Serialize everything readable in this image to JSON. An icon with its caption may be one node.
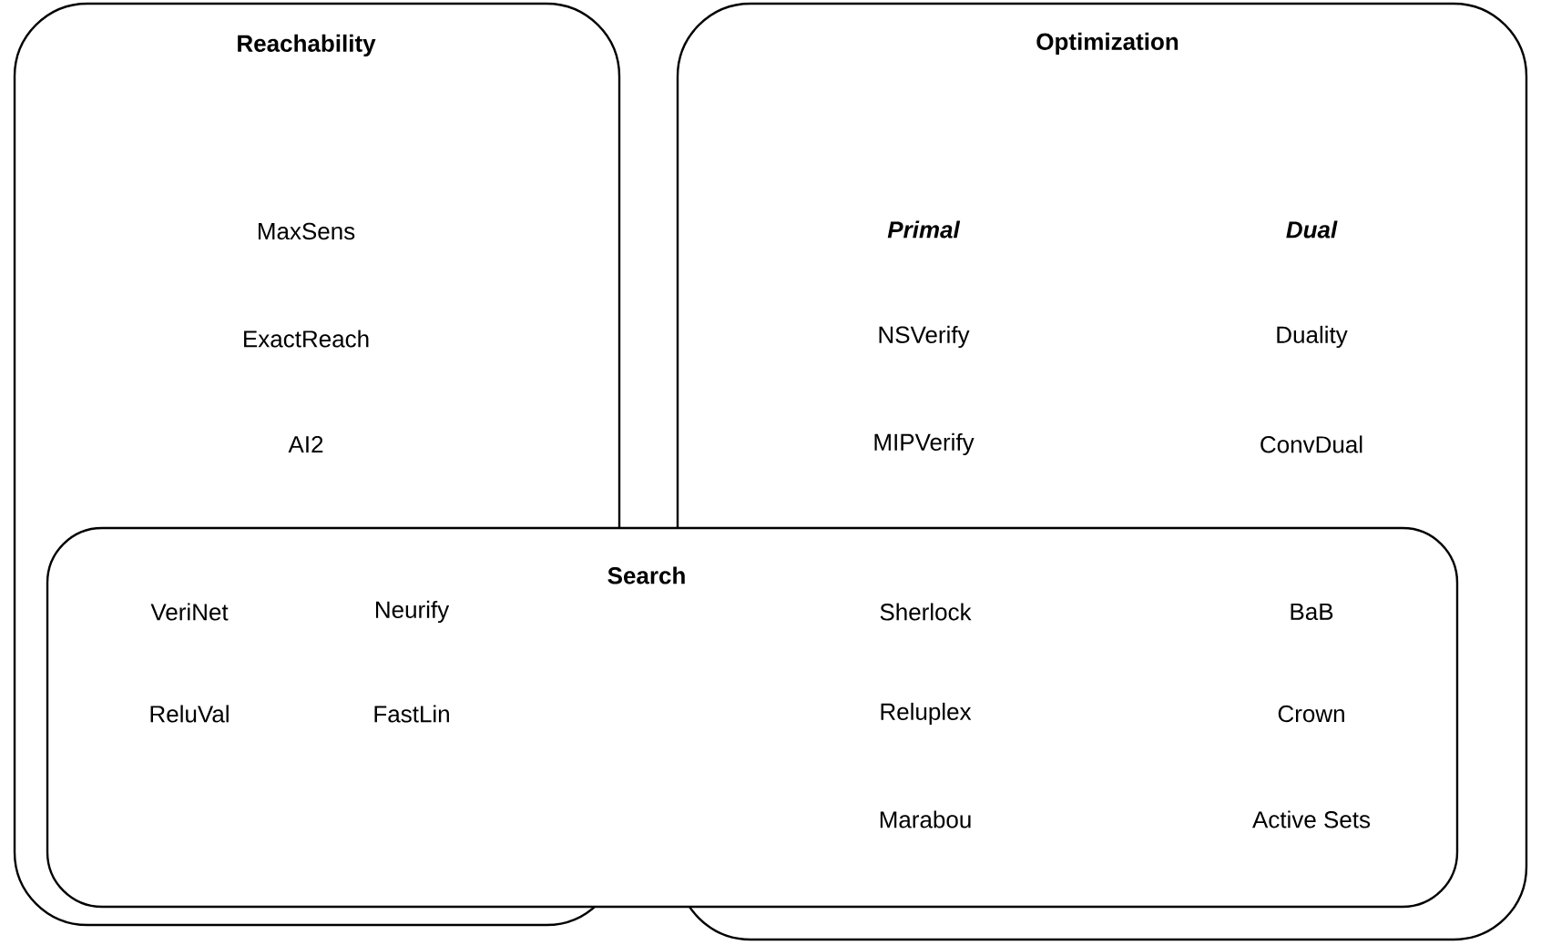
{
  "diagram": {
    "nodes": [
      {
        "text": [
          "Reachability",
          "MaxSens",
          "ExactReach",
          "AI2"
        ]
      },
      {
        "text": [
          "Optimization",
          "Primal",
          "Dual",
          "NSVerify",
          "Duality",
          "MIPVerify",
          "ConvDual"
        ]
      },
      {
        "text": [
          "Search",
          "VeriNet",
          "Neurify",
          "ReluVal",
          "FastLin",
          "Sherlock",
          "BaB",
          "Reluplex",
          "Crown",
          "Marabou",
          "Active Sets"
        ]
      }
    ]
  }
}
